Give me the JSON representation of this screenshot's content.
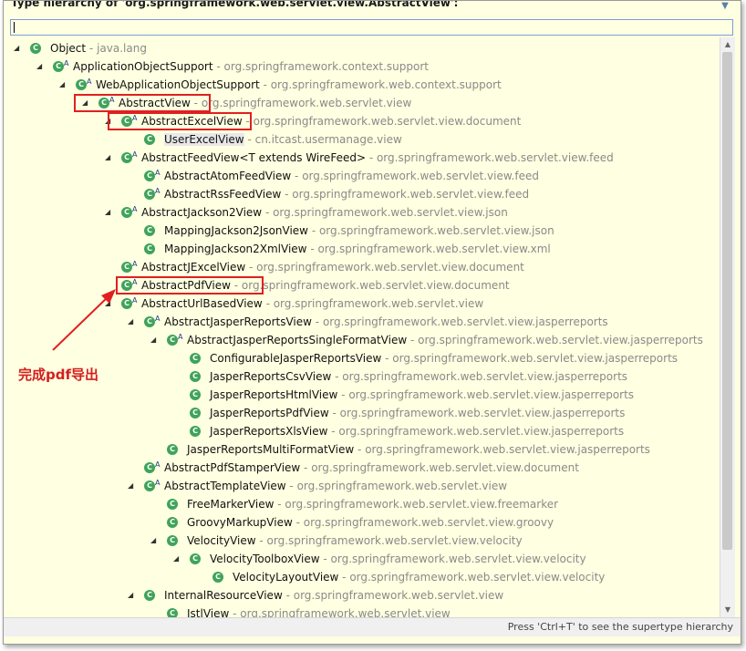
{
  "header": {
    "title": "Type hierarchy of 'org.springframework.web.servlet.view.AbstractView':",
    "view_menu_icon": "triangle-down-icon"
  },
  "filter": {
    "value": "",
    "placeholder": ""
  },
  "tree": [
    {
      "depth": 0,
      "expanded": true,
      "name": "Object",
      "pkg": "java.lang",
      "abstract": false
    },
    {
      "depth": 1,
      "expanded": true,
      "name": "ApplicationObjectSupport",
      "pkg": "org.springframework.context.support",
      "abstract": true
    },
    {
      "depth": 2,
      "expanded": true,
      "name": "WebApplicationObjectSupport",
      "pkg": "org.springframework.web.context.support",
      "abstract": true
    },
    {
      "depth": 3,
      "expanded": true,
      "name": "AbstractView",
      "pkg": "org.springframework.web.servlet.view",
      "abstract": true
    },
    {
      "depth": 4,
      "expanded": true,
      "name": "AbstractExcelView",
      "pkg": "org.springframework.web.servlet.view.document",
      "abstract": true
    },
    {
      "depth": 5,
      "expanded": null,
      "name": "UserExcelView",
      "pkg": "cn.itcast.usermanage.view",
      "abstract": false,
      "selected": true
    },
    {
      "depth": 4,
      "expanded": true,
      "name": "AbstractFeedView<T extends WireFeed>",
      "pkg": "org.springframework.web.servlet.view.feed",
      "abstract": true
    },
    {
      "depth": 5,
      "expanded": null,
      "name": "AbstractAtomFeedView",
      "pkg": "org.springframework.web.servlet.view.feed",
      "abstract": true
    },
    {
      "depth": 5,
      "expanded": null,
      "name": "AbstractRssFeedView",
      "pkg": "org.springframework.web.servlet.view.feed",
      "abstract": true
    },
    {
      "depth": 4,
      "expanded": true,
      "name": "AbstractJackson2View",
      "pkg": "org.springframework.web.servlet.view.json",
      "abstract": true
    },
    {
      "depth": 5,
      "expanded": null,
      "name": "MappingJackson2JsonView",
      "pkg": "org.springframework.web.servlet.view.json",
      "abstract": false
    },
    {
      "depth": 5,
      "expanded": null,
      "name": "MappingJackson2XmlView",
      "pkg": "org.springframework.web.servlet.view.xml",
      "abstract": false
    },
    {
      "depth": 4,
      "expanded": null,
      "name": "AbstractJExcelView",
      "pkg": "org.springframework.web.servlet.view.document",
      "abstract": true
    },
    {
      "depth": 4,
      "expanded": null,
      "name": "AbstractPdfView",
      "pkg": "org.springframework.web.servlet.view.document",
      "abstract": true
    },
    {
      "depth": 4,
      "expanded": true,
      "name": "AbstractUrlBasedView",
      "pkg": "org.springframework.web.servlet.view",
      "abstract": true
    },
    {
      "depth": 5,
      "expanded": true,
      "name": "AbstractJasperReportsView",
      "pkg": "org.springframework.web.servlet.view.jasperreports",
      "abstract": true
    },
    {
      "depth": 6,
      "expanded": true,
      "name": "AbstractJasperReportsSingleFormatView",
      "pkg": "org.springframework.web.servlet.view.jasperreports",
      "abstract": true
    },
    {
      "depth": 7,
      "expanded": null,
      "name": "ConfigurableJasperReportsView",
      "pkg": "org.springframework.web.servlet.view.jasperreports",
      "abstract": false
    },
    {
      "depth": 7,
      "expanded": null,
      "name": "JasperReportsCsvView",
      "pkg": "org.springframework.web.servlet.view.jasperreports",
      "abstract": false
    },
    {
      "depth": 7,
      "expanded": null,
      "name": "JasperReportsHtmlView",
      "pkg": "org.springframework.web.servlet.view.jasperreports",
      "abstract": false
    },
    {
      "depth": 7,
      "expanded": null,
      "name": "JasperReportsPdfView",
      "pkg": "org.springframework.web.servlet.view.jasperreports",
      "abstract": false
    },
    {
      "depth": 7,
      "expanded": null,
      "name": "JasperReportsXlsView",
      "pkg": "org.springframework.web.servlet.view.jasperreports",
      "abstract": false
    },
    {
      "depth": 6,
      "expanded": null,
      "name": "JasperReportsMultiFormatView",
      "pkg": "org.springframework.web.servlet.view.jasperreports",
      "abstract": false
    },
    {
      "depth": 5,
      "expanded": null,
      "name": "AbstractPdfStamperView",
      "pkg": "org.springframework.web.servlet.view.document",
      "abstract": true
    },
    {
      "depth": 5,
      "expanded": true,
      "name": "AbstractTemplateView",
      "pkg": "org.springframework.web.servlet.view",
      "abstract": true
    },
    {
      "depth": 6,
      "expanded": null,
      "name": "FreeMarkerView",
      "pkg": "org.springframework.web.servlet.view.freemarker",
      "abstract": false
    },
    {
      "depth": 6,
      "expanded": null,
      "name": "GroovyMarkupView",
      "pkg": "org.springframework.web.servlet.view.groovy",
      "abstract": false
    },
    {
      "depth": 6,
      "expanded": true,
      "name": "VelocityView",
      "pkg": "org.springframework.web.servlet.view.velocity",
      "abstract": false
    },
    {
      "depth": 7,
      "expanded": true,
      "name": "VelocityToolboxView",
      "pkg": "org.springframework.web.servlet.view.velocity",
      "abstract": false
    },
    {
      "depth": 8,
      "expanded": null,
      "name": "VelocityLayoutView",
      "pkg": "org.springframework.web.servlet.view.velocity",
      "abstract": false
    },
    {
      "depth": 5,
      "expanded": true,
      "name": "InternalResourceView",
      "pkg": "org.springframework.web.servlet.view",
      "abstract": false
    },
    {
      "depth": 6,
      "expanded": null,
      "name": "JstlView",
      "pkg": "org.springframework.web.servlet.view",
      "abstract": false
    }
  ],
  "separator": " - ",
  "class_icon_glyph": "C",
  "abstract_mark": "A",
  "expanded_glyph": "◢",
  "status": {
    "text": "Press 'Ctrl+T' to see the supertype hierarchy"
  },
  "annotation": {
    "text": "完成pdf导出",
    "color": "#e02020"
  },
  "colors": {
    "background": "#ffffe1",
    "class_icon": "#3fa35b",
    "package_text": "#8a8a8a",
    "highlight": "#e02020"
  }
}
